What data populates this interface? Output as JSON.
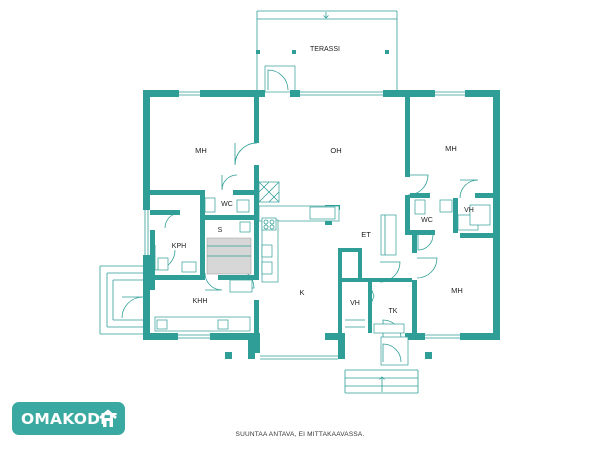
{
  "rooms": {
    "terassi": "TERASSI",
    "mh_left": "MH",
    "oh": "OH",
    "mh_right_top": "MH",
    "wc_left": "WC",
    "s": "S",
    "kph": "KPH",
    "khh": "KHH",
    "k": "K",
    "et": "ET",
    "wc_right": "WC",
    "vh_right": "VH",
    "mh_right_bottom": "MH",
    "vh_center": "VH",
    "tk": "TK"
  },
  "logo": {
    "text": "OMAKODIT",
    "icon": "house-icon"
  },
  "caption": "SUUNTAA ANTAVA, EI MITTAKAAVASSA.",
  "colors": {
    "wall": "#2e9e96",
    "logo_bg": "#3aa9a1",
    "text": "#1d1d1d"
  }
}
